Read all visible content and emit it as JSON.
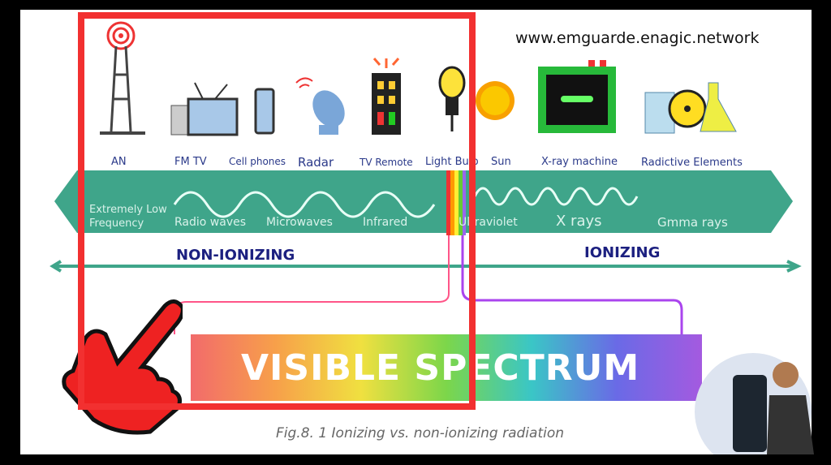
{
  "website": "www.emguarde.enagic.network",
  "sources": [
    "AN",
    "FM TV",
    "Cell phones",
    "Radar",
    "TV Remote",
    "Light Bulb",
    "Sun",
    "X-ray machine",
    "Radictive Elements"
  ],
  "bands": {
    "elf": "Extremely Low Frequency",
    "radio": "Radio waves",
    "micro": "Microwaves",
    "infrared": "Infrared",
    "uv": "Ultraviolet",
    "xray": "X rays",
    "gamma": "Gmma rays"
  },
  "categories": {
    "non_ionizing": "NON-IONIZING",
    "ionizing": "IONIZING"
  },
  "visible_spectrum": "VISIBLE SPECTRUM",
  "caption": "Fig.8. 1 Ionizing vs. non-ionizing radiation",
  "colors": {
    "band": "#3fa58a",
    "highlight": "#f23030",
    "heading": "#1c2080"
  }
}
